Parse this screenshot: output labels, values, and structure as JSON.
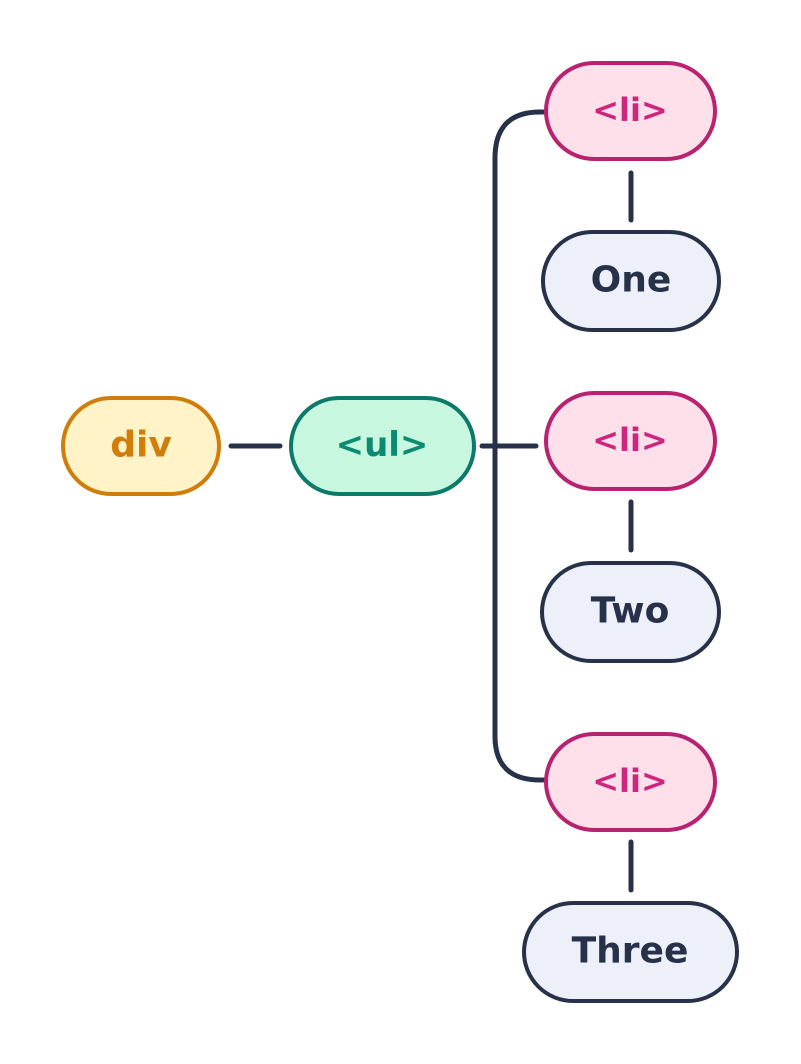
{
  "diagram": {
    "root": {
      "label": "div"
    },
    "list": {
      "label": "<ul>"
    },
    "items": [
      {
        "tag": "<li>",
        "text": "One"
      },
      {
        "tag": "<li>",
        "text": "Two"
      },
      {
        "tag": "<li>",
        "text": "Three"
      }
    ]
  },
  "colors": {
    "connector": "#27324a",
    "div_fill": "#fff3c7",
    "div_stroke": "#d07d0a",
    "div_text": "#d07d0a",
    "ul_fill": "#c8f7e0",
    "ul_stroke": "#0c7a68",
    "ul_text": "#0c8a72",
    "li_fill": "#fde0ea",
    "li_stroke": "#b8226f",
    "li_text": "#d0257c",
    "text_fill": "#edf0f8",
    "text_stroke": "#27324a",
    "text_text": "#27324a"
  }
}
